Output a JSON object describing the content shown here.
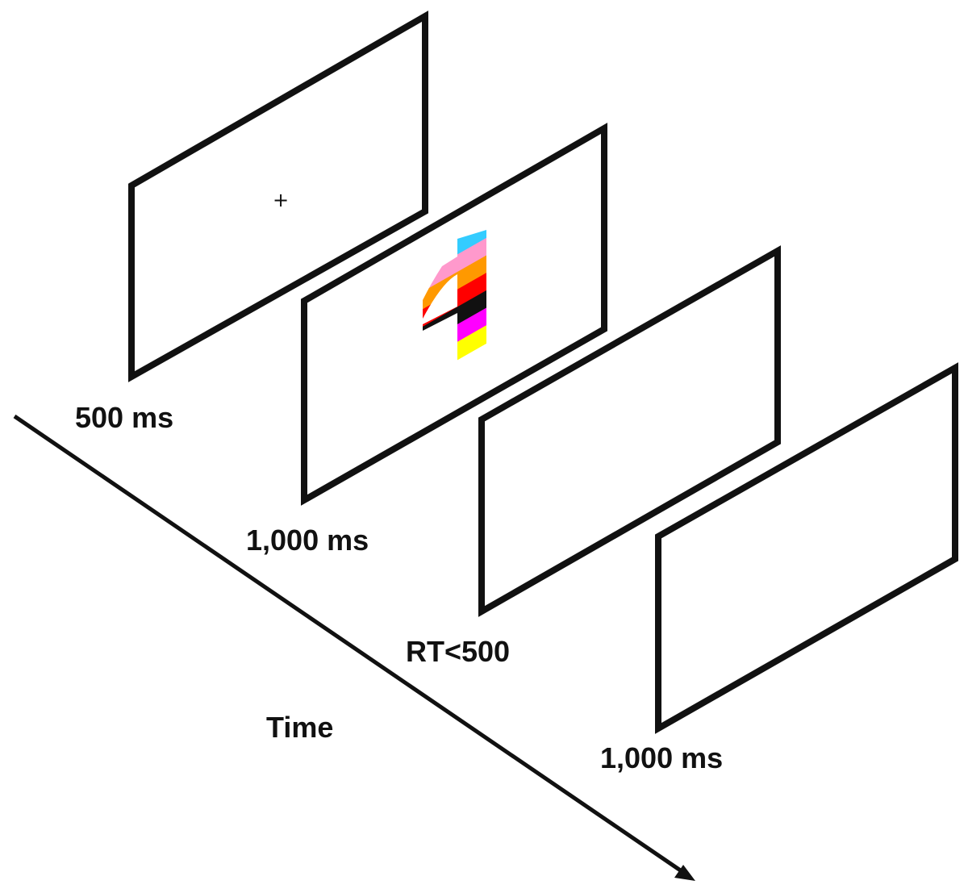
{
  "frames": [
    {
      "name": "fixation",
      "duration_label": "500 ms",
      "content": "+"
    },
    {
      "name": "stimulus",
      "duration_label": "1,000 ms",
      "content": "1"
    },
    {
      "name": "response",
      "duration_label": "RT<500",
      "content": ""
    },
    {
      "name": "blank",
      "duration_label": "1,000 ms",
      "content": ""
    }
  ],
  "axis": {
    "label": "Time"
  },
  "stimulus_colors": [
    "#1a8a1a",
    "#1f3cff",
    "#33ccff",
    "#ff99cc",
    "#ff9900",
    "#ff0000",
    "#111111",
    "#ff00ff",
    "#ffff00"
  ]
}
